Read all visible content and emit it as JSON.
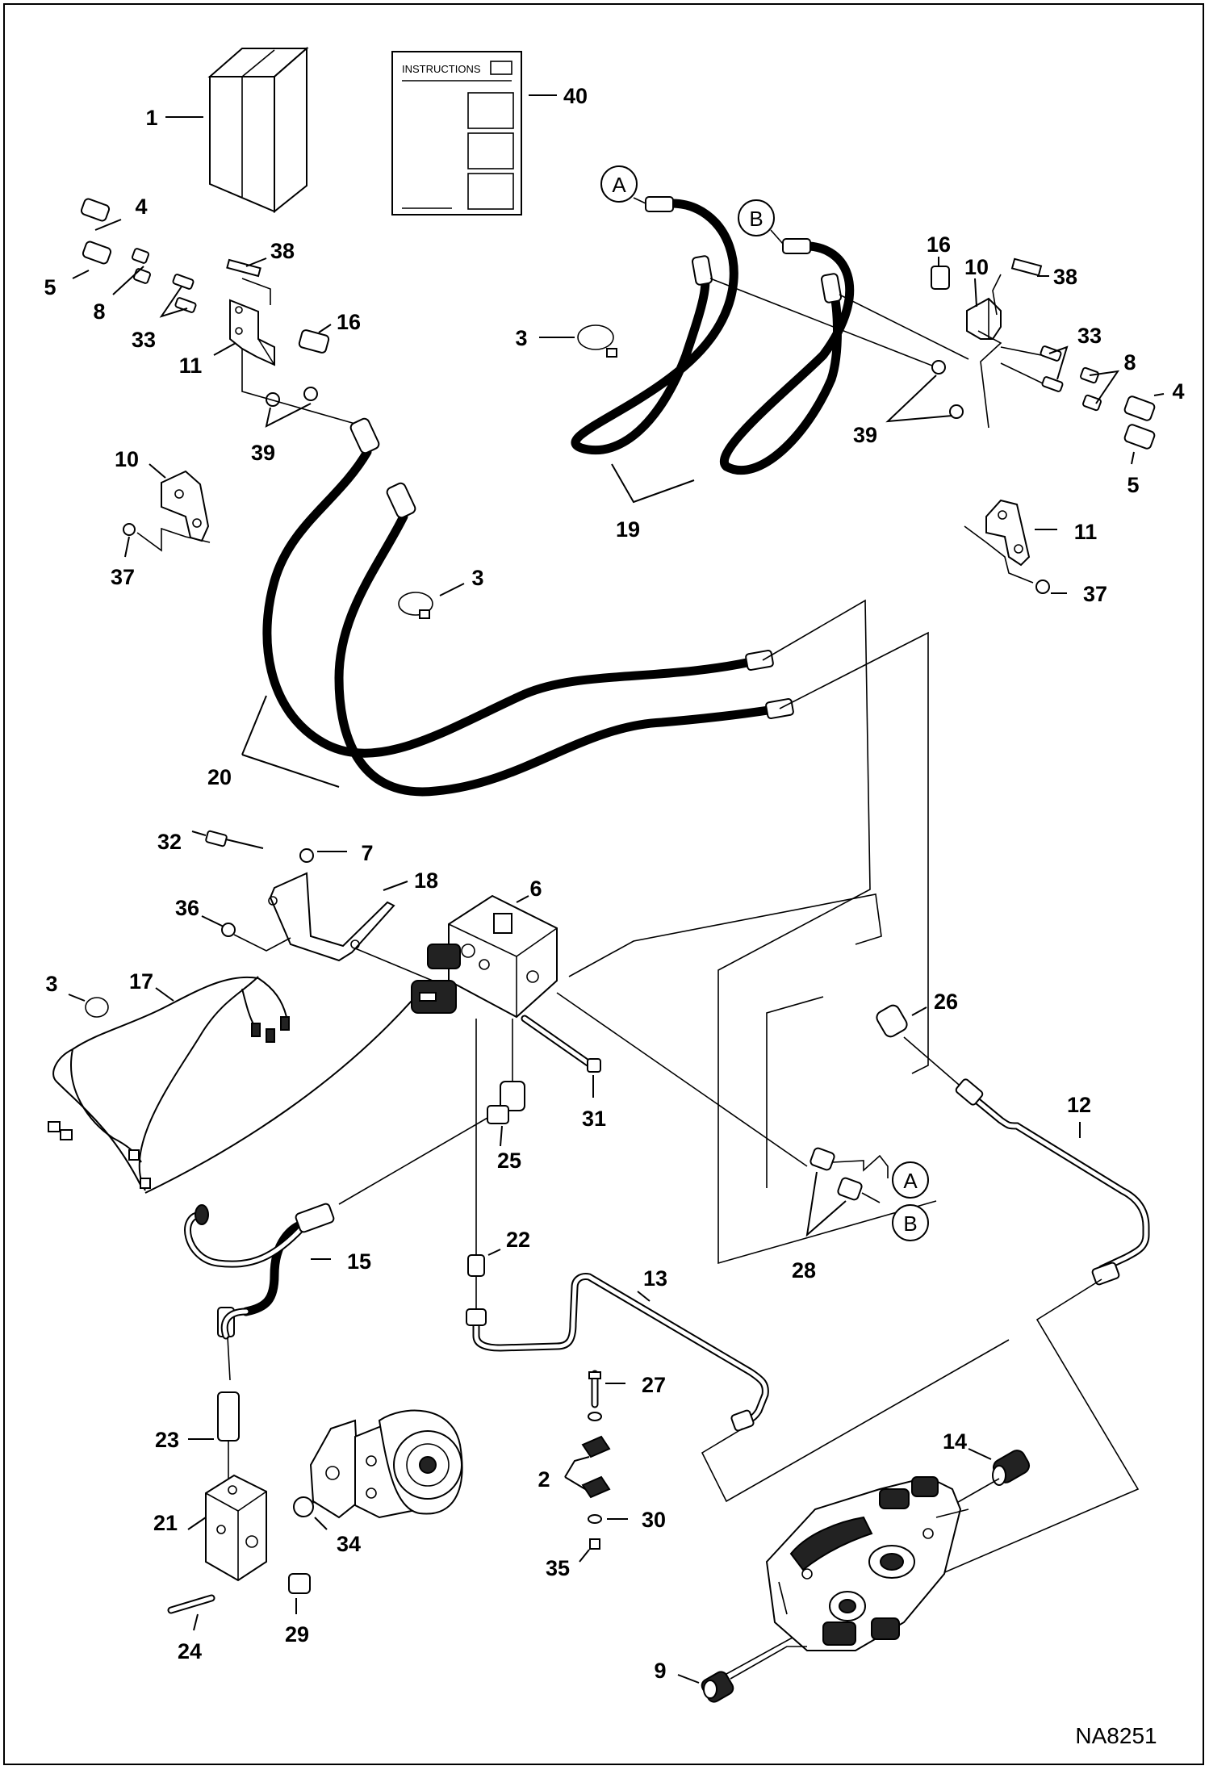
{
  "diagram": {
    "instructions_label": "INSTRUCTIONS",
    "reference_code": "NA8251",
    "connectors": {
      "a": "A",
      "b": "B"
    },
    "callouts": {
      "c1": "1",
      "c2": "2",
      "c3": "3",
      "c4": "4",
      "c5": "5",
      "c6": "6",
      "c7": "7",
      "c8": "8",
      "c9": "9",
      "c10": "10",
      "c11": "11",
      "c12": "12",
      "c13": "13",
      "c14": "14",
      "c15": "15",
      "c16": "16",
      "c17": "17",
      "c18": "18",
      "c19": "19",
      "c20": "20",
      "c21": "21",
      "c22": "22",
      "c23": "23",
      "c24": "24",
      "c25": "25",
      "c26": "26",
      "c27": "27",
      "c28": "28",
      "c29": "29",
      "c30": "30",
      "c31": "31",
      "c32": "32",
      "c33": "33",
      "c34": "34",
      "c35": "35",
      "c36": "36",
      "c37": "37",
      "c38": "38",
      "c39": "39",
      "c40": "40"
    }
  }
}
